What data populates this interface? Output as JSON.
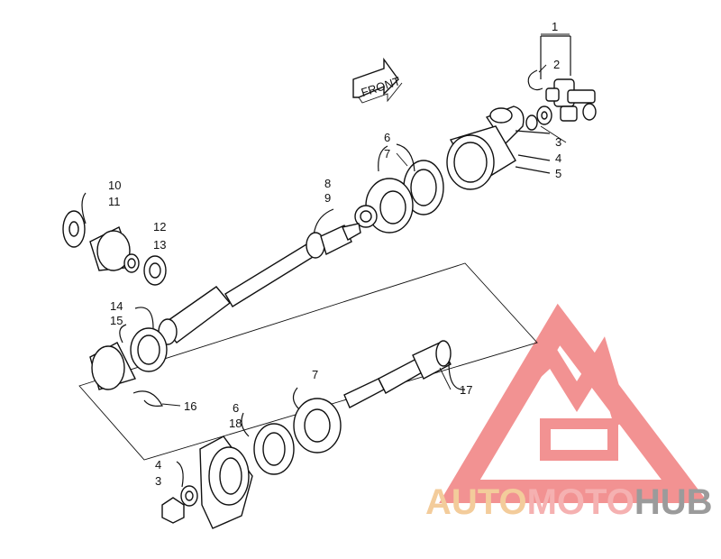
{
  "callouts": {
    "n1": "1",
    "n2": "2",
    "n3": "3",
    "n4": "4",
    "n5": "5",
    "n6": "6",
    "n7": "7",
    "n8": "8",
    "n9": "9",
    "n10": "10",
    "n11": "11",
    "n12": "12",
    "n13": "13",
    "n14": "14",
    "n15": "15",
    "n16": "16",
    "n17": "17",
    "n6b": "6",
    "n18": "18",
    "n7b": "7",
    "n4b": "4",
    "n3b": "3"
  },
  "front_arrow": {
    "label": "FRONT"
  },
  "watermark": {
    "auto": "AUTO",
    "moto": "MOTO",
    "hub": "HUB",
    "colors": {
      "auto": "#f2c48a",
      "moto": "#f4a4a4",
      "hub": "#8a8a8a",
      "logo": "#f08080"
    }
  }
}
